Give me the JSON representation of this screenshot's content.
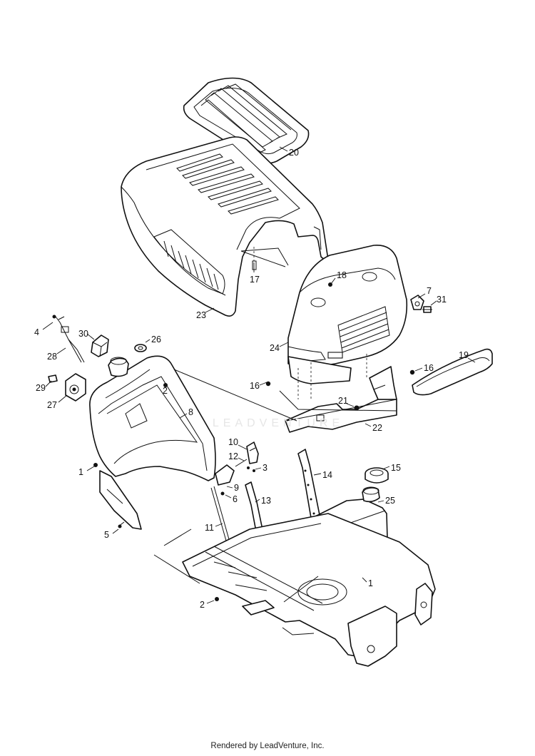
{
  "footer_text": "Rendered by LeadVenture, Inc.",
  "watermark_text": "LEADVENTURE",
  "callouts": [
    {
      "id": "c20",
      "label": "20"
    },
    {
      "id": "c17",
      "label": "17"
    },
    {
      "id": "c18",
      "label": "18"
    },
    {
      "id": "c7",
      "label": "7"
    },
    {
      "id": "c31",
      "label": "31"
    },
    {
      "id": "c23",
      "label": "23"
    },
    {
      "id": "c4",
      "label": "4"
    },
    {
      "id": "c30",
      "label": "30"
    },
    {
      "id": "c26",
      "label": "26"
    },
    {
      "id": "c28",
      "label": "28"
    },
    {
      "id": "c24",
      "label": "24"
    },
    {
      "id": "c19",
      "label": "19"
    },
    {
      "id": "c16a",
      "label": "16"
    },
    {
      "id": "c16b",
      "label": "16"
    },
    {
      "id": "c29",
      "label": "29"
    },
    {
      "id": "c2a",
      "label": "2"
    },
    {
      "id": "c27",
      "label": "27"
    },
    {
      "id": "c8",
      "label": "8"
    },
    {
      "id": "c21",
      "label": "21"
    },
    {
      "id": "c22",
      "label": "22"
    },
    {
      "id": "c10",
      "label": "10"
    },
    {
      "id": "c12",
      "label": "12"
    },
    {
      "id": "c3",
      "label": "3"
    },
    {
      "id": "c14",
      "label": "14"
    },
    {
      "id": "c15",
      "label": "15"
    },
    {
      "id": "c1a",
      "label": "1"
    },
    {
      "id": "c9",
      "label": "9"
    },
    {
      "id": "c6",
      "label": "6"
    },
    {
      "id": "c25",
      "label": "25"
    },
    {
      "id": "c13",
      "label": "13"
    },
    {
      "id": "c11",
      "label": "11"
    },
    {
      "id": "c5",
      "label": "5"
    },
    {
      "id": "c1b",
      "label": "1"
    },
    {
      "id": "c2b",
      "label": "2"
    }
  ]
}
